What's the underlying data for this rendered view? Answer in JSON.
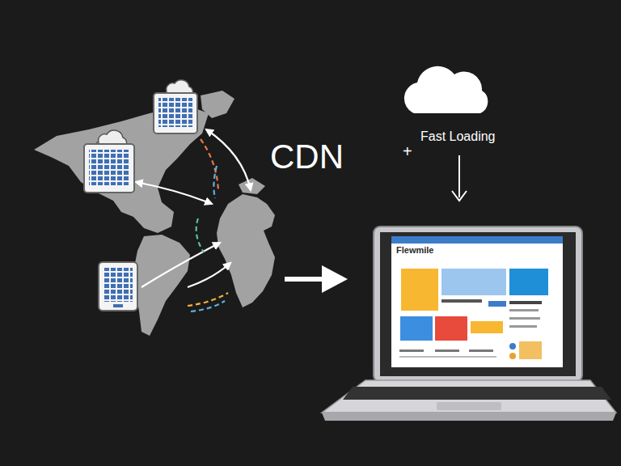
{
  "diagram": {
    "labels": [
      "CDN",
      "+",
      "Fast Loading",
      "Flewmile"
    ]
  }
}
